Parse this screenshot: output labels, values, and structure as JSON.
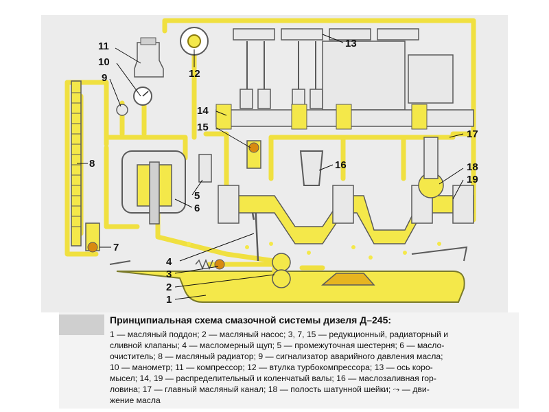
{
  "diagram": {
    "callouts": [
      {
        "id": "c11",
        "text": "11"
      },
      {
        "id": "c10",
        "text": "10"
      },
      {
        "id": "c9",
        "text": "9"
      },
      {
        "id": "c12",
        "text": "12"
      },
      {
        "id": "c13",
        "text": "13"
      },
      {
        "id": "c14",
        "text": "14"
      },
      {
        "id": "c15",
        "text": "15"
      },
      {
        "id": "c17",
        "text": "17"
      },
      {
        "id": "c8",
        "text": "8"
      },
      {
        "id": "c16",
        "text": "16"
      },
      {
        "id": "c18",
        "text": "18"
      },
      {
        "id": "c19",
        "text": "19"
      },
      {
        "id": "c5",
        "text": "5"
      },
      {
        "id": "c6",
        "text": "6"
      },
      {
        "id": "c7",
        "text": "7"
      },
      {
        "id": "c4",
        "text": "4"
      },
      {
        "id": "c3",
        "text": "3"
      },
      {
        "id": "c2",
        "text": "2"
      },
      {
        "id": "c1",
        "text": "1"
      }
    ],
    "colors": {
      "oil": "#f4e84a",
      "oil_dark": "#e8d62a",
      "outline": "#5a5a5a",
      "background": "#ececec",
      "metal": "#e8e8e8"
    }
  },
  "caption": {
    "title": "Принципиальная схема смазочной системы дизеля Д–245:",
    "lines": [
      "1 — масляный поддон; 2 — масляный насос; 3, 7, 15 — редукционный, радиаторный и",
      "сливной клапаны; 4 — масломерный щуп; 5 — промежуточная шестерня; 6 — масло-",
      "очиститель; 8 — масляный радиатор; 9 — сигнализатор аварийного давления масла;",
      "10 — манометр; 11 — компрессор; 12 — втулка турбокомпрессора; 13 — ось коро-",
      "мысел; 14, 19 — распределительный и коленчатый валы; 16 — маслозаливная гор-",
      "ловина; 17 — главный масляный канал; 18 — полость шатунной шейки; ⤳ — дви-",
      "жение масла"
    ]
  }
}
